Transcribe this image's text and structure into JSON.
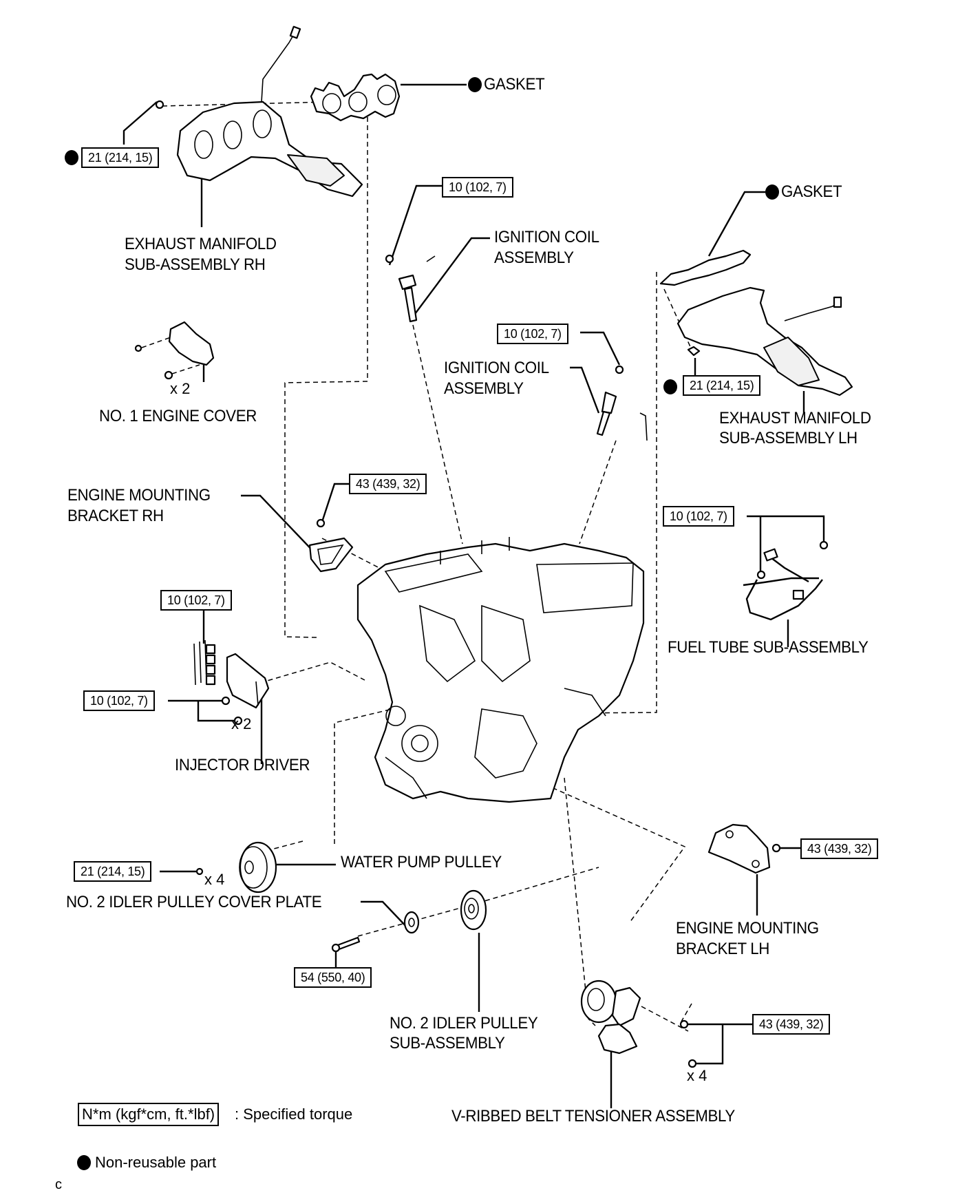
{
  "diagram": {
    "title": "Engine assembly exploded view (components)",
    "parts": [
      {
        "id": "gasket_rh",
        "label": "GASKET",
        "non_reusable": true
      },
      {
        "id": "exhaust_manifold_rh",
        "label_lines": [
          "EXHAUST MANIFOLD",
          "SUB-ASSEMBLY RH"
        ]
      },
      {
        "id": "ignition_coil_1",
        "label_lines": [
          "IGNITION COIL",
          "ASSEMBLY"
        ]
      },
      {
        "id": "gasket_lh",
        "label": "GASKET",
        "non_reusable": true
      },
      {
        "id": "ignition_coil_2",
        "label_lines": [
          "IGNITION COIL",
          "ASSEMBLY"
        ]
      },
      {
        "id": "exhaust_manifold_lh",
        "label_lines": [
          "EXHAUST MANIFOLD",
          "SUB-ASSEMBLY LH"
        ]
      },
      {
        "id": "engine_cover",
        "label": "NO. 1 ENGINE COVER",
        "qty": "x 2"
      },
      {
        "id": "mount_bracket_rh",
        "label_lines": [
          "ENGINE MOUNTING",
          "BRACKET RH"
        ]
      },
      {
        "id": "fuel_tube",
        "label": "FUEL TUBE SUB-ASSEMBLY"
      },
      {
        "id": "injector_driver",
        "label": "INJECTOR DRIVER",
        "qty": "x 2"
      },
      {
        "id": "water_pump_pulley",
        "label": "WATER PUMP PULLEY",
        "qty": "x 4"
      },
      {
        "id": "idler_cover_plate",
        "label": "NO. 2 IDLER PULLEY COVER PLATE"
      },
      {
        "id": "idler_pulley",
        "label_lines": [
          "NO. 2 IDLER PULLEY",
          "SUB-ASSEMBLY"
        ]
      },
      {
        "id": "mount_bracket_lh",
        "label_lines": [
          "ENGINE MOUNTING",
          "BRACKET LH"
        ]
      },
      {
        "id": "belt_tensioner",
        "label": "V-RIBBED BELT TENSIONER ASSEMBLY",
        "qty": "x 4"
      }
    ],
    "torques": {
      "exhaust_rh_nut": "21 (214, 15)",
      "coil1_bolt": "10 (102, 7)",
      "coil2_bolt": "10 (102, 7)",
      "exhaust_lh_nut": "21 (214, 15)",
      "bracket_rh_bolt": "43 (439, 32)",
      "fuel_tube_bolt": "10 (102, 7)",
      "injector_connector": "10 (102, 7)",
      "injector_bolt": "10 (102, 7)",
      "water_pump_bolt": "21 (214, 15)",
      "idler_bolt": "54 (550, 40)",
      "bracket_lh_bolt": "43 (439, 32)",
      "tensioner_bolt": "43 (439, 32)"
    },
    "legend": {
      "torque_unit": "N*m (kgf*cm, ft.*lbf)",
      "torque_desc": ": Specified torque",
      "nonreusable_desc": "Non-reusable part"
    },
    "corner_mark": "c"
  }
}
